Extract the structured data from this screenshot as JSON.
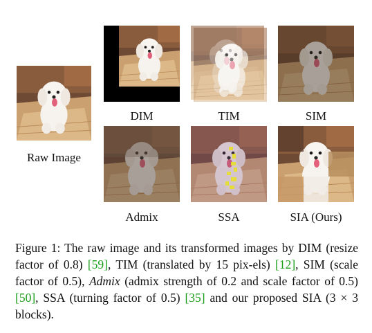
{
  "panels": {
    "raw": "Raw Image",
    "dim": "DIM",
    "tim": "TIM",
    "sim": "SIM",
    "admix": "Admix",
    "ssa": "SSA",
    "sia": "SIA (Ours)"
  },
  "caption": {
    "p1": "Figure 1: The raw image and its transformed images by DIM (resize factor of 0.8) ",
    "c1": "[59]",
    "p2": ", TIM (translated by 15 pix-els) ",
    "c2": "[12]",
    "p3": ", SIM (scale factor of 0.5), ",
    "admix": "Admix",
    "p4": " (admix strength of 0.2 and scale factor of 0.5) ",
    "c3": "[50]",
    "p5": ", SSA (turning factor of 0.5) ",
    "c4": "[35]",
    "p6": " and our proposed SIA (3 × 3 blocks)."
  },
  "colors": {
    "citation": "#1a9e1a",
    "dog_fur": "#f4f1ee",
    "floor": "#d2ac78",
    "background": "#7a5038"
  }
}
